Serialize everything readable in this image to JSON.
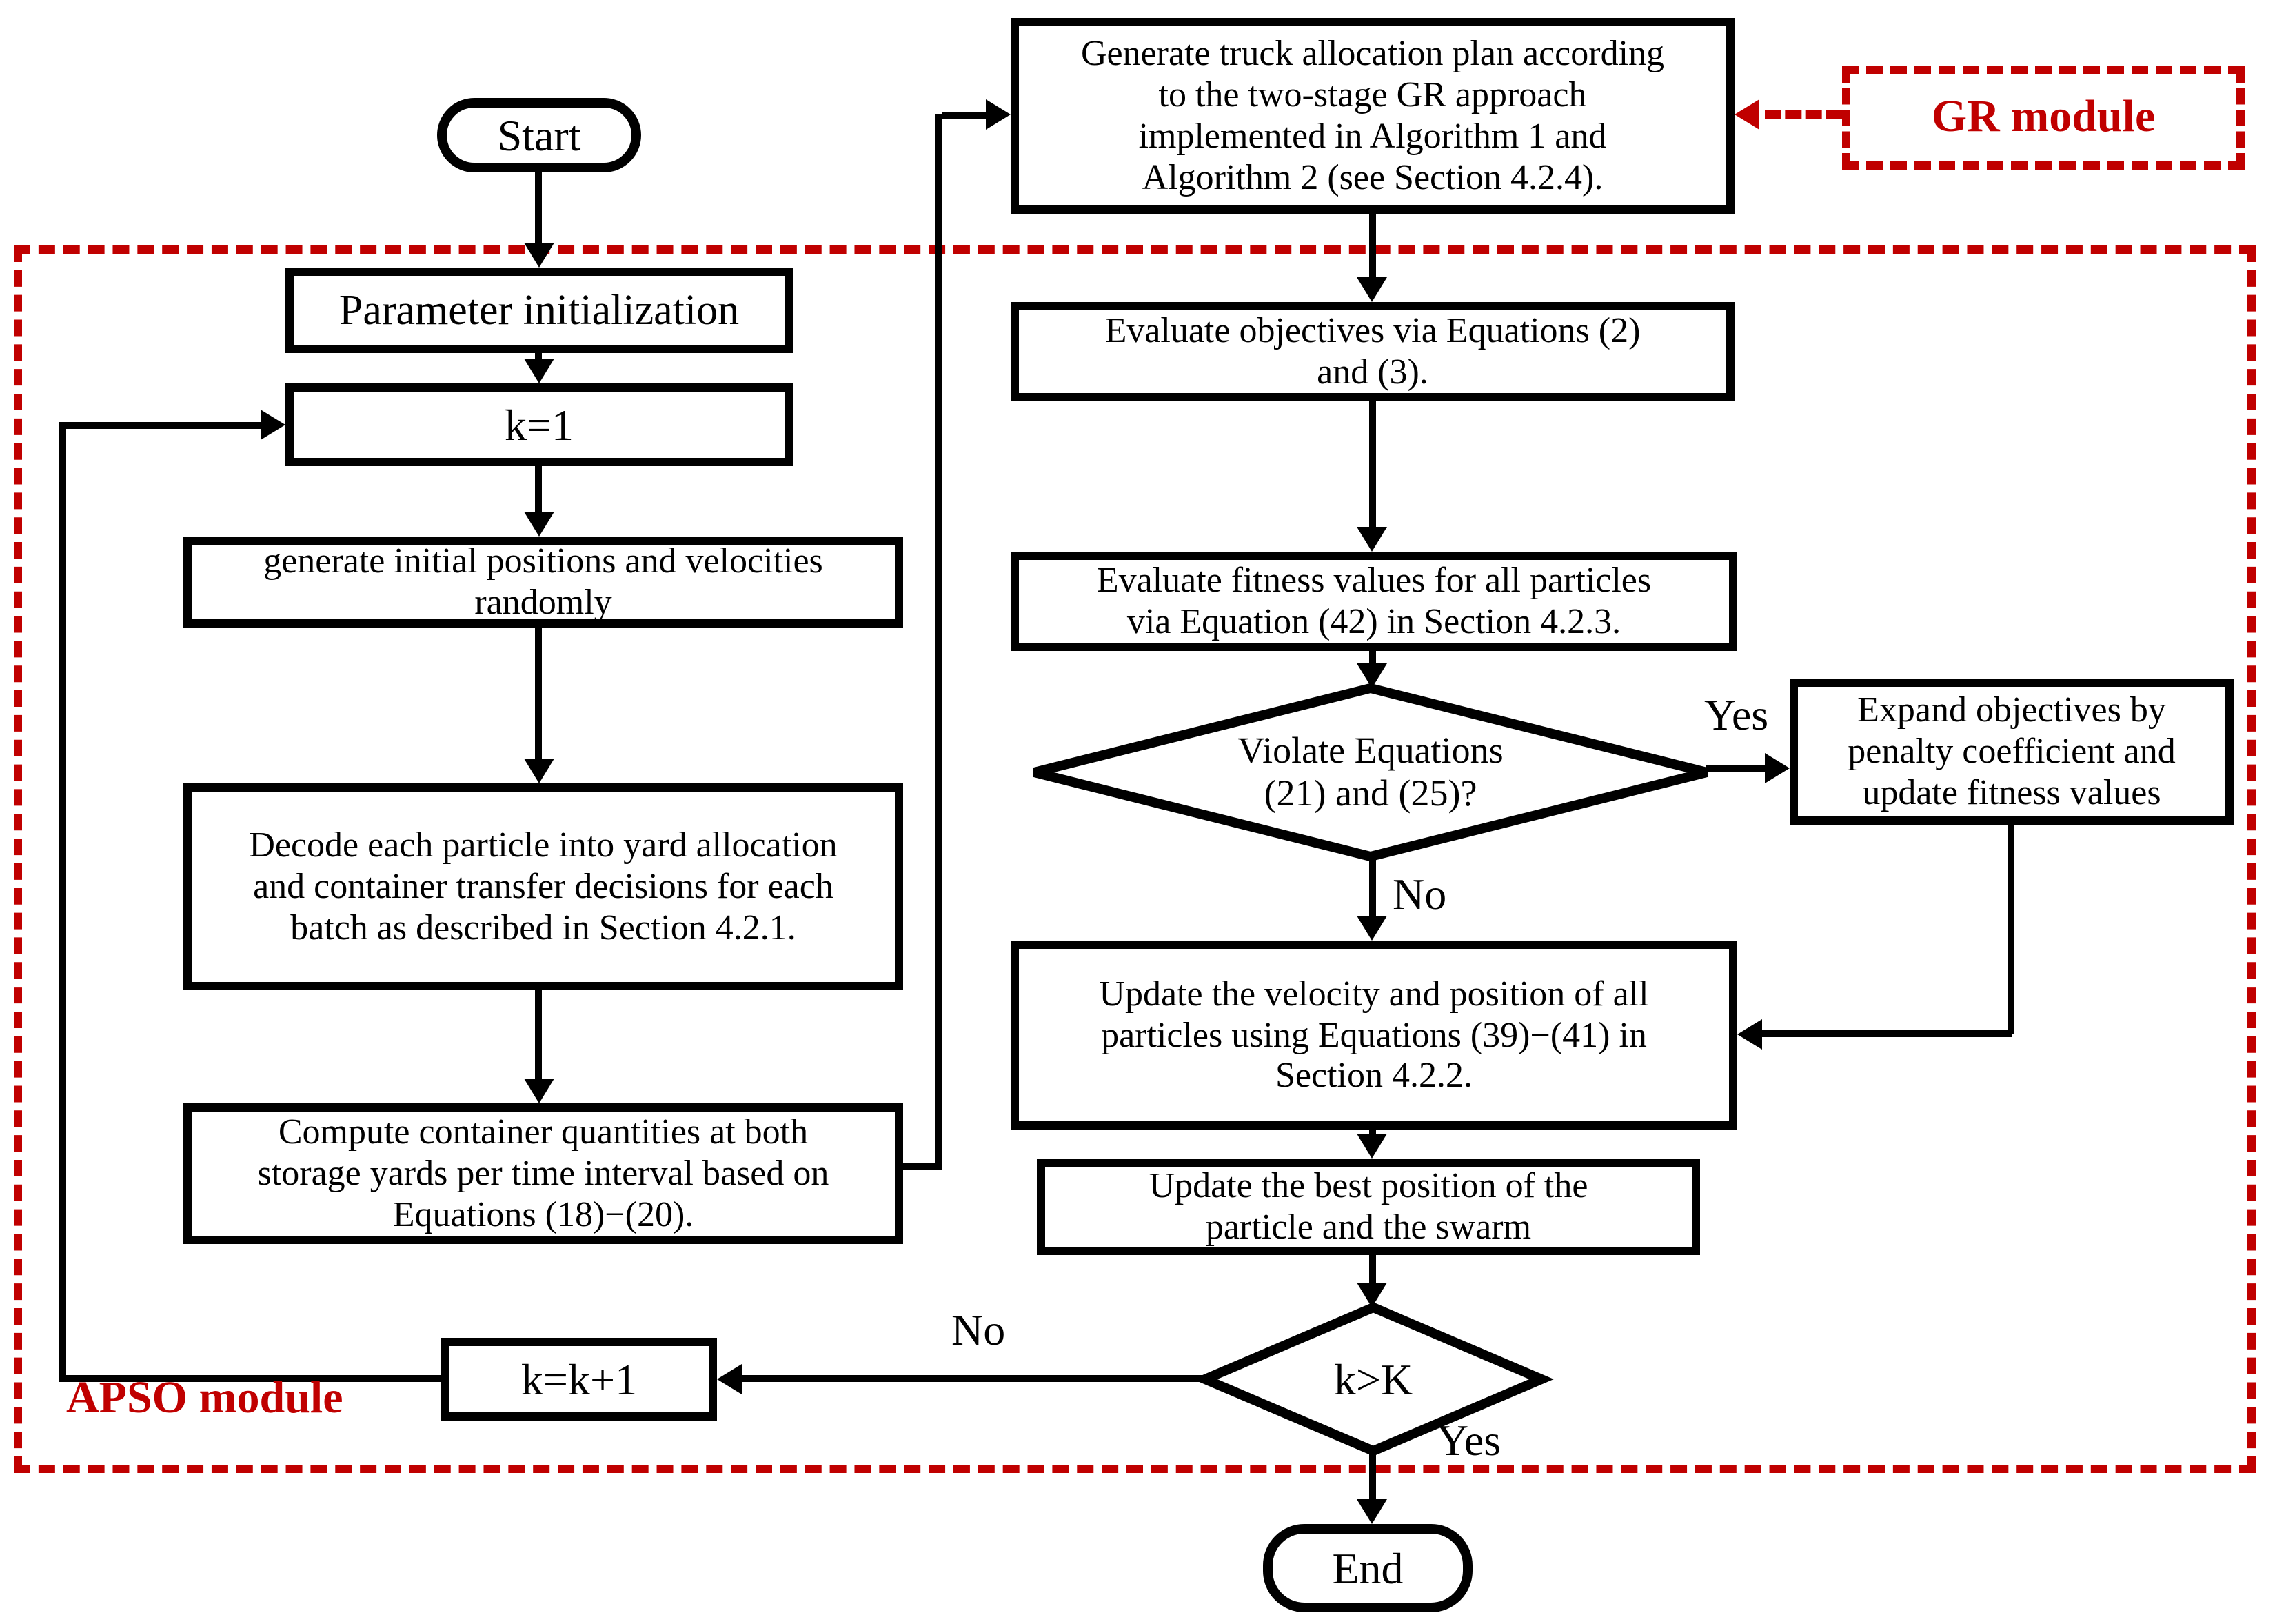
{
  "colors": {
    "red": "#c00000",
    "ink": "#000000",
    "background": "#ffffff"
  },
  "modules": {
    "apso": {
      "label": "APSO module"
    },
    "gr": {
      "label": "GR module"
    }
  },
  "nodes": {
    "start": {
      "type": "terminator",
      "text": "Start"
    },
    "param_init": {
      "type": "process",
      "text": "Parameter initialization"
    },
    "k_init": {
      "type": "process",
      "text": "k=1"
    },
    "gen_initial": {
      "type": "process",
      "text": "generate initial positions and velocities\nrandomly"
    },
    "decode": {
      "type": "process",
      "text": "Decode each particle into yard allocation\nand container transfer decisions for each\nbatch as described in Section 4.2.1."
    },
    "compute": {
      "type": "process",
      "text": "Compute container quantities at both\nstorage yards per time interval based on\nEquations (18)−(20)."
    },
    "gen_truck": {
      "type": "process",
      "text": "Generate truck allocation plan according\nto the two-stage GR approach\nimplemented in Algorithm 1 and\nAlgorithm 2 (see Section 4.2.4)."
    },
    "eval_obj": {
      "type": "process",
      "text": "Evaluate objectives via Equations (2)\nand (3)."
    },
    "eval_fit": {
      "type": "process",
      "text": "Evaluate fitness values for all particles\nvia Equation (42) in Section 4.2.3."
    },
    "violate": {
      "type": "decision",
      "text": "Violate Equations\n(21) and (25)?"
    },
    "expand": {
      "type": "process",
      "text": "Expand objectives by\npenalty coefficient and\nupdate fitness values"
    },
    "upd_vel": {
      "type": "process",
      "text": "Update the velocity and position of all\nparticles using Equations (39)−(41) in\nSection 4.2.2."
    },
    "upd_best": {
      "type": "process",
      "text": "Update the best position of the\nparticle  and the swarm"
    },
    "k_check": {
      "type": "decision",
      "text": "k>K"
    },
    "k_incr": {
      "type": "process",
      "text": "k=k+1"
    },
    "end": {
      "type": "terminator",
      "text": "End"
    }
  },
  "edge_labels": {
    "violate_yes": "Yes",
    "violate_no": "No",
    "k_check_yes": "Yes",
    "k_check_no": "No"
  }
}
